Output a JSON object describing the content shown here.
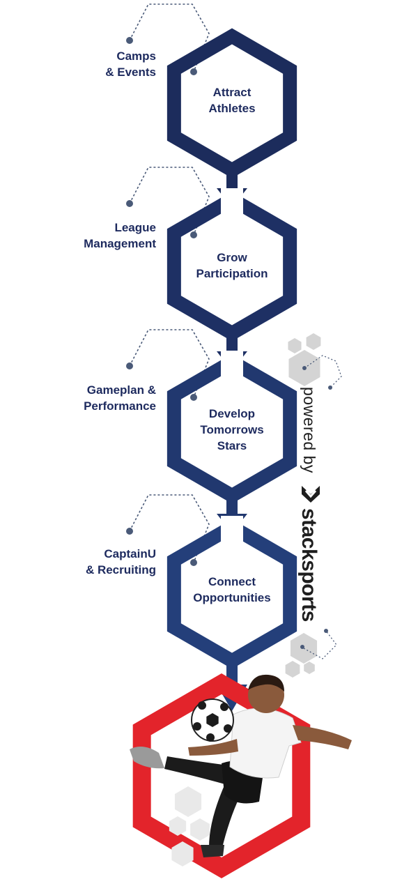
{
  "flow": [
    {
      "step": "Attract\nAthletes",
      "tool": "Camps\n& Events",
      "color": "#1c2c5c"
    },
    {
      "step": "Grow\nParticipation",
      "tool": "League\nManagement",
      "color": "#1e3064"
    },
    {
      "step": "Develop\nTomorrows\nStars",
      "tool": "Gameplan &\nPerformance",
      "color": "#21386f"
    },
    {
      "step": "Connect\nOpportunities",
      "tool": "CaptainU\n& Recruiting",
      "color": "#243f7a"
    }
  ],
  "branding": {
    "powered_by": "powered by",
    "brand": "stacksports"
  },
  "colors": {
    "navy": "#1d2a5e",
    "red": "#e3242b",
    "dot": "#4a5a78",
    "hex_gray": "#d4d4d4"
  },
  "icons": [
    "stacksports-logo-icon",
    "soccer-ball-icon",
    "athlete-photo"
  ]
}
